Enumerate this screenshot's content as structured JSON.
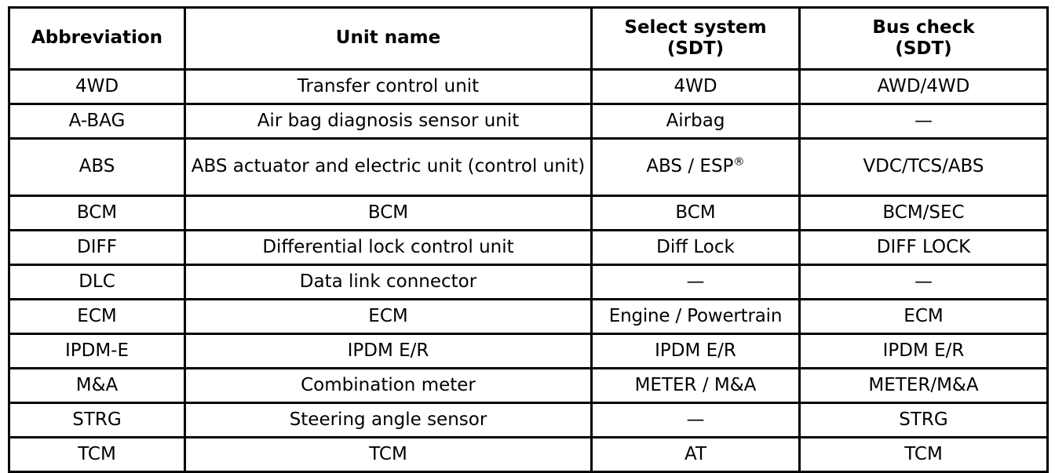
{
  "table": {
    "columns": [
      {
        "key": "abbreviation",
        "label": "Abbreviation",
        "label_line2": ""
      },
      {
        "key": "unit_name",
        "label": "Unit name",
        "label_line2": ""
      },
      {
        "key": "select_system",
        "label": "Select system",
        "label_line2": "(SDT)"
      },
      {
        "key": "bus_check",
        "label": "Bus check",
        "label_line2": "(SDT)"
      }
    ],
    "rows": [
      {
        "abbreviation": "4WD",
        "unit_name": "Transfer control unit",
        "select_system": "4WD",
        "bus_check": "AWD/4WD"
      },
      {
        "abbreviation": "A-BAG",
        "unit_name": "Air bag diagnosis sensor unit",
        "select_system": "Airbag",
        "bus_check": "—"
      },
      {
        "abbreviation": "ABS",
        "unit_name": "ABS actuator and electric unit (control unit)",
        "select_system": "ABS / ESP®",
        "select_system_base": "ABS / ESP",
        "select_system_sup": "®",
        "bus_check": "VDC/TCS/ABS"
      },
      {
        "abbreviation": "BCM",
        "unit_name": "BCM",
        "select_system": "BCM",
        "bus_check": "BCM/SEC"
      },
      {
        "abbreviation": "DIFF",
        "unit_name": "Differential lock control unit",
        "select_system": "Diff Lock",
        "bus_check": "DIFF LOCK"
      },
      {
        "abbreviation": "DLC",
        "unit_name": "Data link connector",
        "select_system": "—",
        "bus_check": "—"
      },
      {
        "abbreviation": "ECM",
        "unit_name": "ECM",
        "select_system": "Engine / Powertrain",
        "bus_check": "ECM"
      },
      {
        "abbreviation": "IPDM-E",
        "unit_name": "IPDM E/R",
        "select_system": "IPDM E/R",
        "bus_check": "IPDM E/R"
      },
      {
        "abbreviation": "M&A",
        "unit_name": "Combination meter",
        "select_system": "METER / M&A",
        "bus_check": "METER/M&A"
      },
      {
        "abbreviation": "STRG",
        "unit_name": "Steering angle sensor",
        "select_system": "—",
        "bus_check": "STRG"
      },
      {
        "abbreviation": "TCM",
        "unit_name": "TCM",
        "select_system": "AT",
        "bus_check": "TCM"
      }
    ]
  },
  "style": {
    "border_color": "#000000",
    "background": "#ffffff",
    "text_color": "#000000"
  }
}
